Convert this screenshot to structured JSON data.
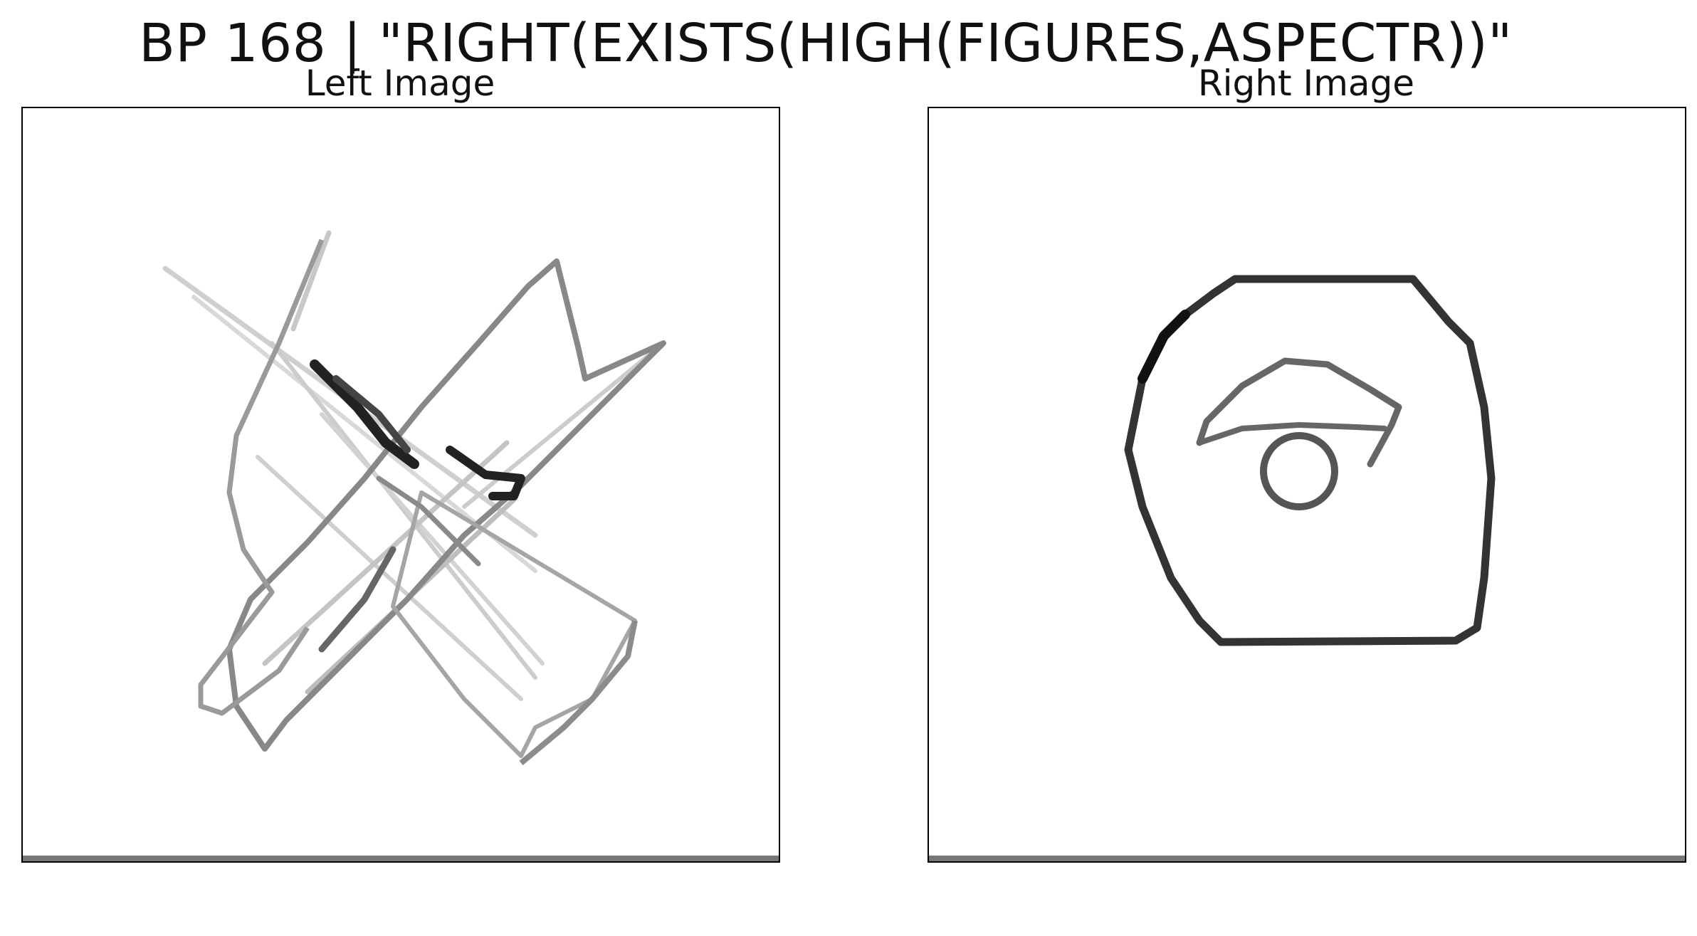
{
  "figure": {
    "title": "BP 168 | \"RIGHT(EXISTS(HIGH(FIGURES,ASPECTR))\""
  },
  "panels": [
    {
      "caption": "Left Image"
    },
    {
      "caption": "Right Image"
    }
  ],
  "colors": {
    "stroke_dark": "#111111",
    "stroke_mid": "#555555",
    "stroke_light": "#aaaaaa",
    "frame": "#000000"
  }
}
